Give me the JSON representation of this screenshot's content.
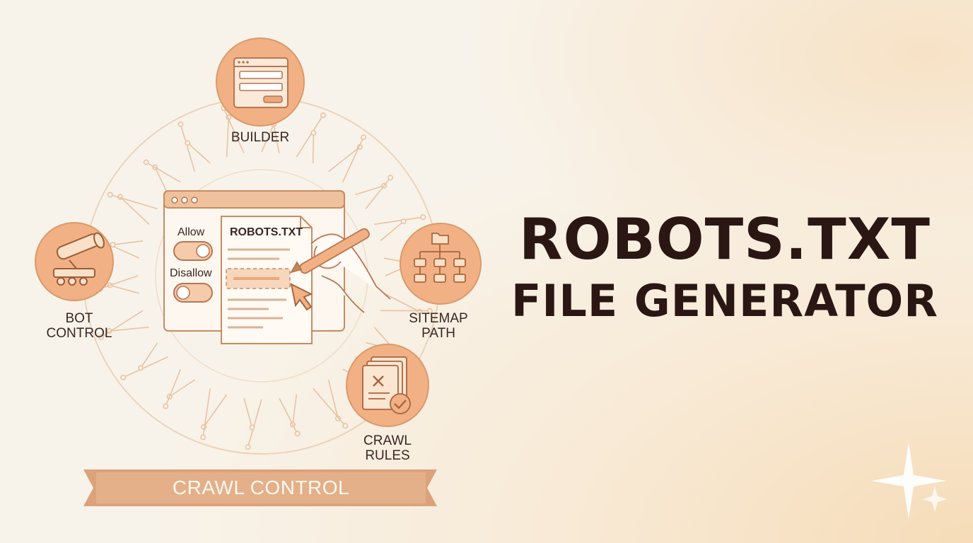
{
  "title": {
    "line1": "ROBOTS.TXT",
    "line2": "FILE GENERATOR"
  },
  "nodes": {
    "builder": "BUILDER",
    "bot_control_1": "BOT",
    "bot_control_2": "CONTROL",
    "sitemap_1": "SITEMAP",
    "sitemap_2": "PATH",
    "crawl_1": "CRAWL",
    "crawl_2": "RULES"
  },
  "window": {
    "allow_label": "Allow",
    "disallow_label": "Disallow",
    "doc_title": "ROBOTS.TXT"
  },
  "ribbon": "CRAWL CONTROL",
  "colors": {
    "accent": "#e9a97a",
    "accent_dark": "#c98758",
    "title": "#2a1714",
    "background": "#f8f3ea"
  },
  "icons": [
    "browser-form-icon",
    "telescope-icon",
    "sitemap-icon",
    "documents-check-icon",
    "pen-hand-icon",
    "cursor-icon",
    "sparkle-icon"
  ]
}
